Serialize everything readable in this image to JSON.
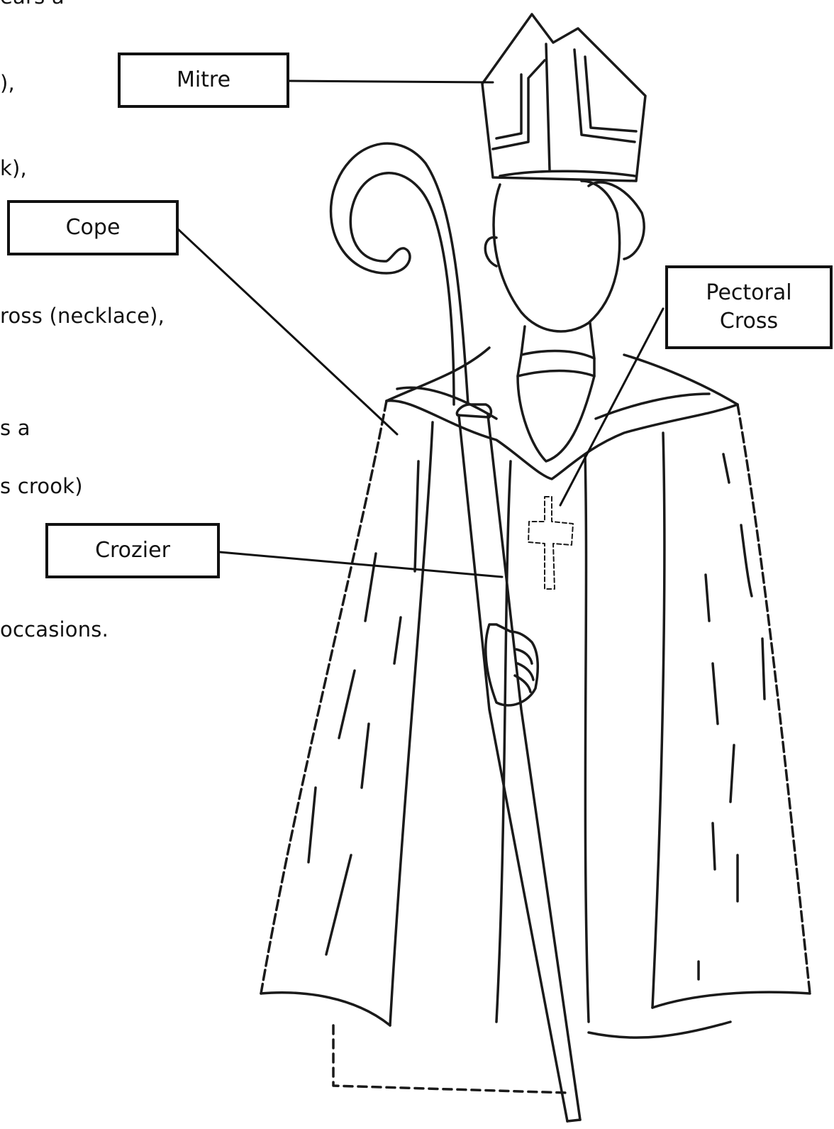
{
  "left_text_fragments": [
    "ears a",
    "),",
    "k),",
    "ross (necklace),",
    "s a",
    "s crook)",
    "occasions."
  ],
  "labels": {
    "mitre": "Mitre",
    "cope": "Cope",
    "pectoral_line1": "Pectoral",
    "pectoral_line2": "Cross",
    "crozier": "Crozier"
  }
}
